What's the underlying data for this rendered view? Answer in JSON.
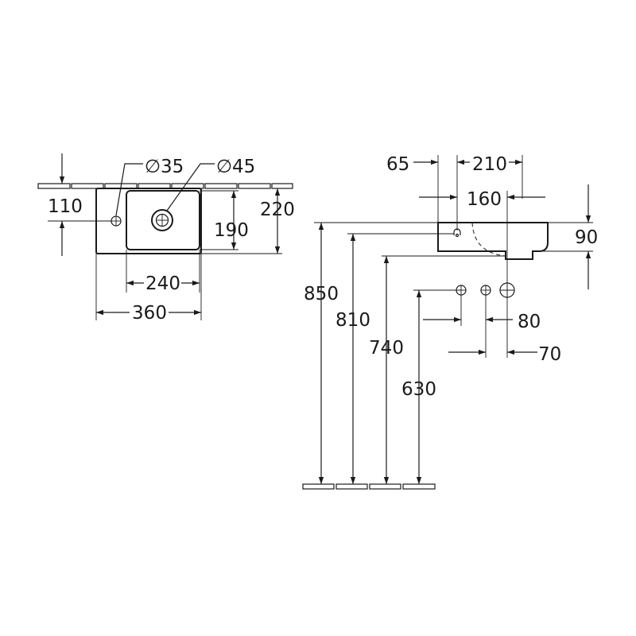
{
  "top_view": {
    "dia_small": "∅35",
    "dia_large": "∅45",
    "dim_110": "110",
    "dim_190": "190",
    "dim_220": "220",
    "dim_240": "240",
    "dim_360": "360"
  },
  "side_view": {
    "dim_65": "65",
    "dim_210": "210",
    "dim_160": "160",
    "dim_90": "90",
    "dim_850": "850",
    "dim_810": "810",
    "dim_740": "740",
    "dim_630": "630",
    "dim_80": "80",
    "dim_70": "70"
  }
}
